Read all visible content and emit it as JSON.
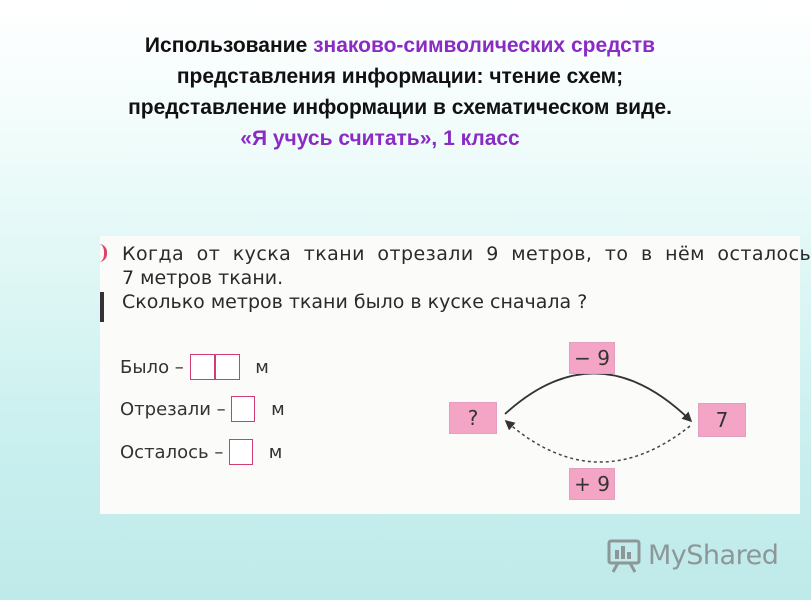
{
  "title": {
    "line1_plain": "Использование ",
    "line1_accent": "знаково-символических средств",
    "line2": "представления информации: чтение схем;",
    "line3": "представление информации в схематическом виде.",
    "line4": "«Я учусь считать», 1 класс"
  },
  "task": {
    "line1": "Когда от куска ткани отрезали 9 метров, то в нём осталось",
    "line2": "7 метров ткани.",
    "line3": "Сколько метров ткани было в куске сначала ?"
  },
  "scheme_rows": [
    {
      "label": "Было –",
      "unit": "м"
    },
    {
      "label": "Отрезали –",
      "unit": "м"
    },
    {
      "label": "Осталось –",
      "unit": "м"
    }
  ],
  "diagram": {
    "unknown": "?",
    "result": "7",
    "forward_op": "− 9",
    "inverse_op": "+ 9"
  },
  "logo": {
    "text": "MyShared",
    "icon": "myshared-logo-icon"
  },
  "colors": {
    "accent_purple": "#8a2bc4",
    "box_pink": "#f4a5c6",
    "cell_border": "#d23c74"
  }
}
